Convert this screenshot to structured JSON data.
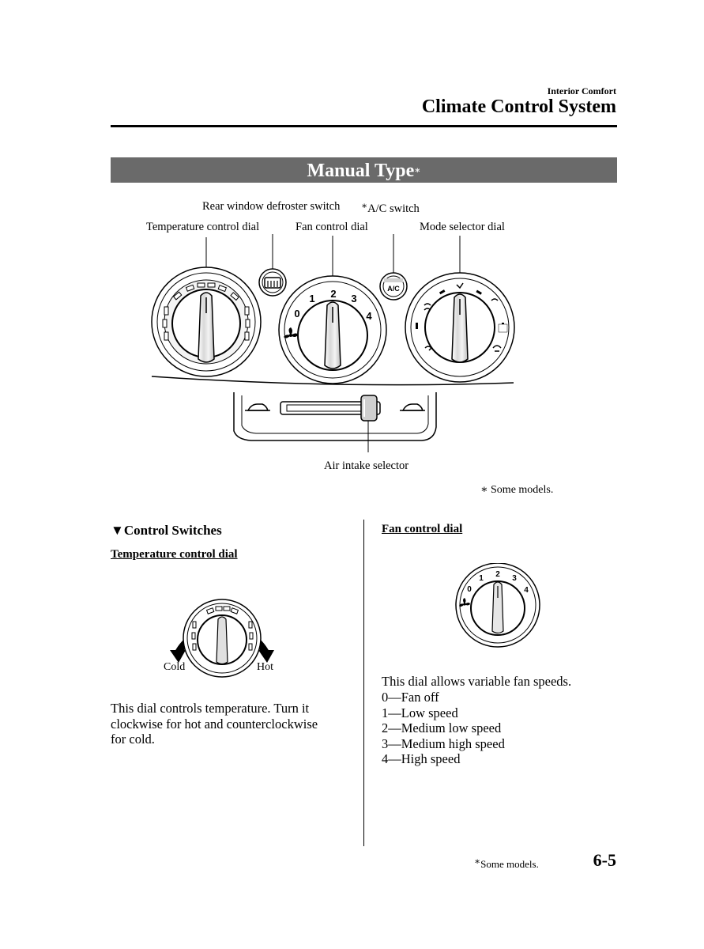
{
  "header": {
    "section": "Interior Comfort",
    "title": "Climate Control System"
  },
  "banner": {
    "title": "Manual Type",
    "mark": "∗"
  },
  "diagram": {
    "callouts": {
      "rear_defroster": "Rear window defroster switch",
      "ac_switch": "A/C switch",
      "ac_mark": "∗",
      "temperature": "Temperature control dial",
      "fan": "Fan control dial",
      "mode": "Mode selector dial",
      "air_intake": "Air intake selector"
    },
    "button_ac_text": "A/C",
    "fan_numbers": [
      "0",
      "1",
      "2",
      "3",
      "4"
    ],
    "footnote": "∗ Some models."
  },
  "left_column": {
    "heading": "▼Control Switches",
    "subheading": "Temperature control dial",
    "cold_label": "Cold",
    "hot_label": "Hot",
    "paragraph_lines": [
      "This dial controls temperature. Turn it",
      "clockwise for hot and counterclockwise",
      "for cold."
    ]
  },
  "right_column": {
    "subheading": "Fan control dial",
    "intro": "This dial allows variable fan speeds.",
    "speeds": [
      "0—Fan off",
      "1—Low speed",
      "2—Medium low speed",
      "3—Medium high speed",
      "4—High speed"
    ]
  },
  "footer": {
    "note_mark": "∗",
    "note": "Some models.",
    "page": "6-5"
  }
}
